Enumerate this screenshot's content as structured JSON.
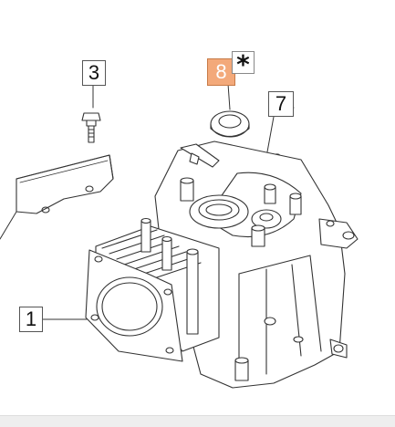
{
  "callouts": {
    "c3": "3",
    "c8": "8",
    "c7": "7",
    "c1": "1",
    "star": "*"
  },
  "colors": {
    "highlight": "#f3a97a",
    "line": "#333333"
  }
}
